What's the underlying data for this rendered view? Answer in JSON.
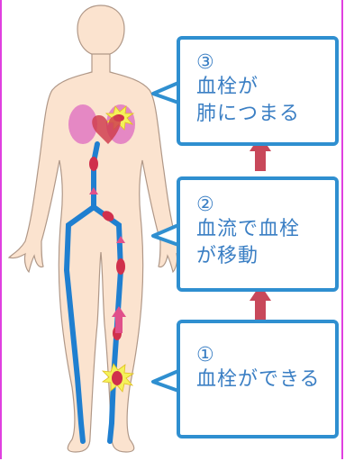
{
  "callouts": [
    {
      "number": "③",
      "lines": [
        "血栓が",
        "肺につまる"
      ]
    },
    {
      "number": "②",
      "lines": [
        "血流で血栓",
        "が移動"
      ]
    },
    {
      "number": "①",
      "lines": [
        "血栓ができる"
      ]
    }
  ],
  "colors": {
    "body_fill": "#fbe3cf",
    "body_outline": "#b09888",
    "vein": "#1f7fd0",
    "callout_border": "#2f8fd0",
    "callout_text": "#3b7fc4",
    "arrow": "#c8485a",
    "clot_glow": "#f4f25a",
    "clot_red": "#d0304c",
    "lung_pink": "#e070c0",
    "frame": "#e040e0"
  }
}
